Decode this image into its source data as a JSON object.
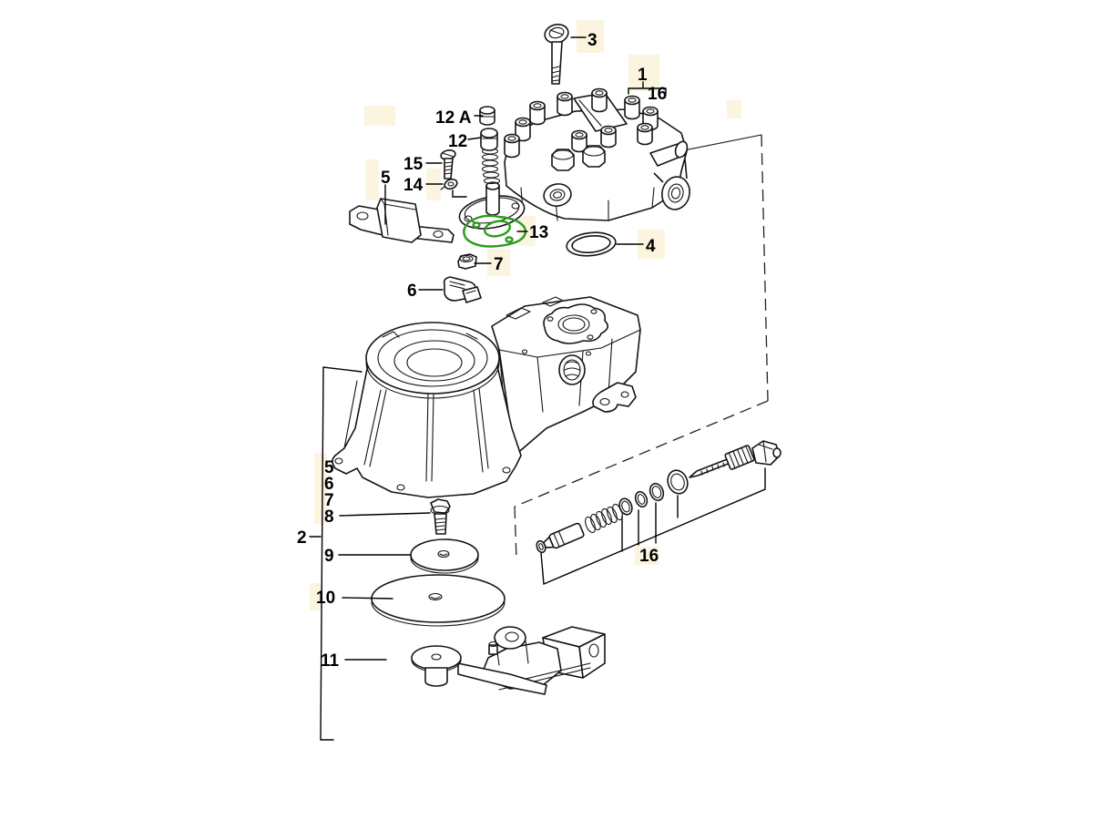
{
  "figure": {
    "type": "exploded-parts-diagram",
    "background": "#ffffff",
    "line_color": "#141414",
    "highlight_color": "#2E9B1E",
    "hotspot_color": "#FBF4DE",
    "highlighted_label": "13"
  },
  "labels": [
    {
      "text": "3"
    },
    {
      "text": "1"
    },
    {
      "text": "16"
    },
    {
      "text": "12 A"
    },
    {
      "text": "12"
    },
    {
      "text": "15"
    },
    {
      "text": "14"
    },
    {
      "text": "5"
    },
    {
      "text": "13"
    },
    {
      "text": "4"
    },
    {
      "text": "7"
    },
    {
      "text": "6"
    },
    {
      "text": "5"
    },
    {
      "text": "6"
    },
    {
      "text": "7"
    },
    {
      "text": "8"
    },
    {
      "text": "2"
    },
    {
      "text": "9"
    },
    {
      "text": "10"
    },
    {
      "text": "11"
    },
    {
      "text": "16"
    }
  ]
}
